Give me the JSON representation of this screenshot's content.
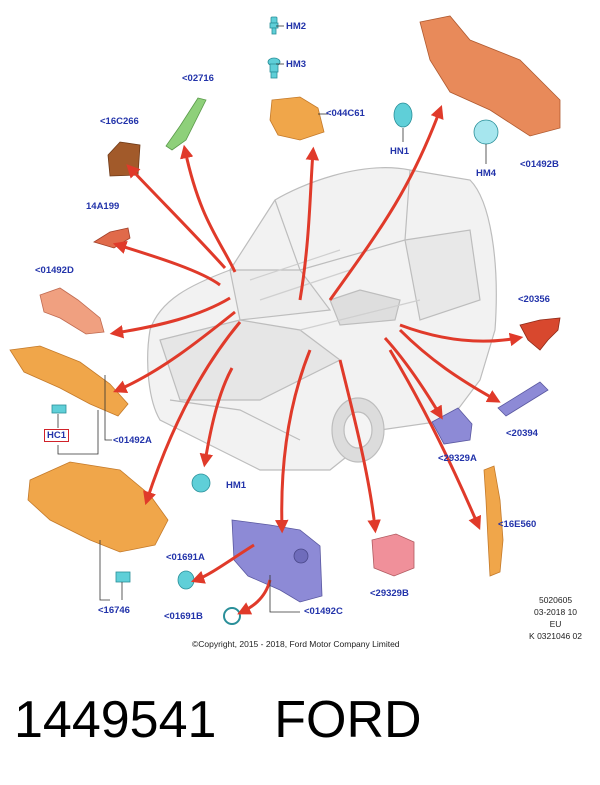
{
  "callouts": {
    "hm2": "HM2",
    "hm3": "HM3",
    "c02716": "<02716",
    "c044c61": "<044C61",
    "c16c266": "<16C266",
    "c14a199": "14A199",
    "c01492d": "<01492D",
    "hn1": "HN1",
    "hm4": "HM4",
    "c01492b": "<01492B",
    "c20356": "<20356",
    "c20394": "<20394",
    "c29329a": "<29329A",
    "c16e560": "<16E560",
    "hc1": "HC1",
    "c01492a": "<01492A",
    "hm1": "HM1",
    "c01691a": "<01691A",
    "c01691b": "<01691B",
    "c01492c": "<01492C",
    "c29329b": "<29329B",
    "c16746": "<16746"
  },
  "meta": {
    "line1": "5020605",
    "line2": "03-2018 10",
    "line3": "EU",
    "line4": "K 0321046 02"
  },
  "copyright": "©Copyright, 2015 - 2018, Ford Motor Company Limited",
  "footer": {
    "part_number": "1449541",
    "brand": "FORD"
  },
  "colors": {
    "arrow": "#e03a2a",
    "label": "#2233aa",
    "orange_part": "#f0a64a",
    "red_part": "#e06a4a",
    "purple_part": "#8d8ad6",
    "green_part": "#8ed07a",
    "cyan_part": "#5fcfd8",
    "pink_part": "#f08a8a",
    "brown_part": "#a25a2a"
  }
}
